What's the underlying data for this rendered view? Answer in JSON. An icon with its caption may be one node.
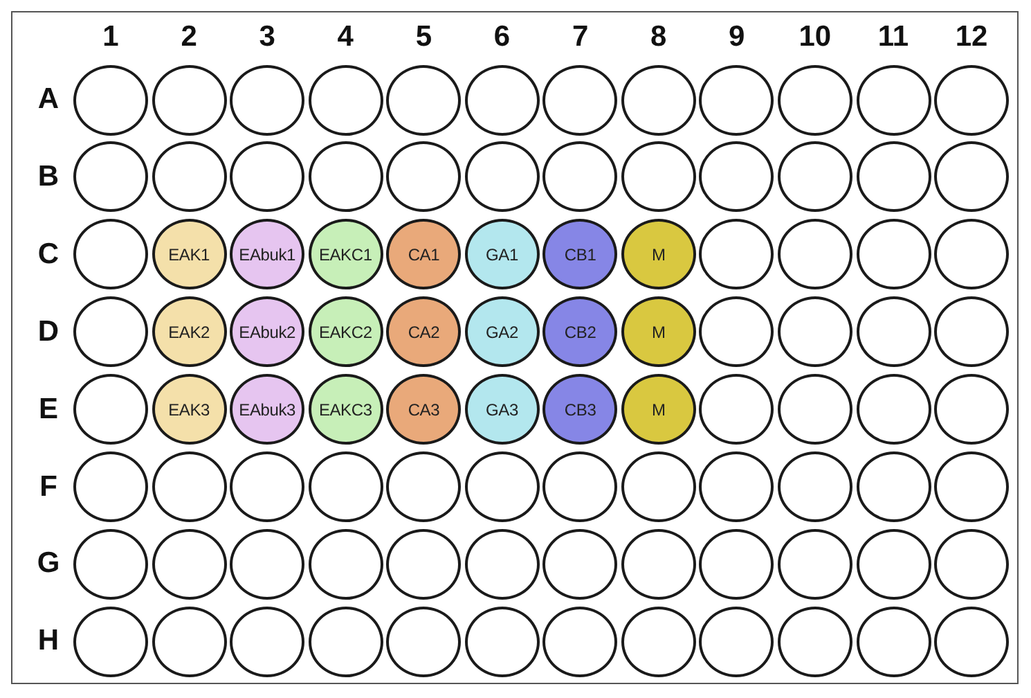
{
  "diagram": {
    "nodes": [
      {
        "text": [],
        "shape": "circle"
      },
      {
        "text": [],
        "shape": "circle"
      },
      {
        "text": [],
        "shape": "circle"
      },
      {
        "text": [],
        "shape": "circle"
      },
      {
        "text": [],
        "shape": "circle"
      },
      {
        "text": [],
        "shape": "circle"
      },
      {
        "text": [],
        "shape": "circle"
      },
      {
        "text": [],
        "shape": "circle"
      },
      {
        "text": [],
        "shape": "circle"
      },
      {
        "text": [],
        "shape": "circle"
      },
      {
        "text": [],
        "shape": "circle"
      },
      {
        "text": [],
        "shape": "circle"
      },
      {
        "text": [],
        "shape": "circle"
      },
      {
        "text": [],
        "shape": "circle"
      },
      {
        "text": [],
        "shape": "circle"
      },
      {
        "text": [],
        "shape": "circle"
      },
      {
        "text": [],
        "shape": "circle"
      },
      {
        "text": [],
        "shape": "circle"
      },
      {
        "text": [],
        "shape": "circle"
      },
      {
        "text": [],
        "shape": "circle"
      },
      {
        "text": [],
        "shape": "circle"
      },
      {
        "text": [],
        "shape": "circle"
      },
      {
        "text": [],
        "shape": "circle"
      },
      {
        "text": [],
        "shape": "circle"
      },
      {
        "text": [],
        "shape": "circle"
      },
      {
        "text": [
          "EAK1"
        ]
      },
      {
        "text": [
          "EAbuk1"
        ]
      },
      {
        "text": [
          "EAKC1"
        ]
      },
      {
        "text": [
          "CA1"
        ]
      },
      {
        "text": [
          "GA1"
        ]
      },
      {
        "text": [
          "CB1"
        ]
      },
      {
        "text": [
          "M"
        ]
      },
      {
        "text": [],
        "shape": "circle"
      },
      {
        "text": [],
        "shape": "circle"
      },
      {
        "text": [],
        "shape": "circle"
      },
      {
        "text": [],
        "shape": "circle"
      },
      {
        "text": [],
        "shape": "circle"
      },
      {
        "text": [
          "EAK2"
        ]
      },
      {
        "text": [
          "EAbuk2"
        ]
      },
      {
        "text": [
          "EAKC2"
        ]
      },
      {
        "text": [
          "CA2"
        ]
      },
      {
        "text": [
          "GA2"
        ]
      },
      {
        "text": [
          "CB2"
        ]
      },
      {
        "text": [
          "M"
        ]
      },
      {
        "text": [],
        "shape": "circle"
      },
      {
        "text": [],
        "shape": "circle"
      },
      {
        "text": [],
        "shape": "circle"
      },
      {
        "text": [],
        "shape": "circle"
      },
      {
        "text": [],
        "shape": "circle"
      },
      {
        "text": [
          "EAK3"
        ]
      },
      {
        "text": [
          "EAbuk3"
        ]
      },
      {
        "text": [
          "EAKC3"
        ]
      },
      {
        "text": [
          "CA3"
        ]
      },
      {
        "text": [
          "GA3"
        ]
      },
      {
        "text": [
          "CB3"
        ]
      },
      {
        "text": [
          "M"
        ]
      },
      {
        "text": [],
        "shape": "circle"
      },
      {
        "text": [],
        "shape": "circle"
      },
      {
        "text": [],
        "shape": "circle"
      },
      {
        "text": [],
        "shape": "circle"
      },
      {
        "text": [],
        "shape": "circle"
      },
      {
        "text": [],
        "shape": "circle"
      },
      {
        "text": [],
        "shape": "circle"
      },
      {
        "text": [],
        "shape": "circle"
      },
      {
        "text": [],
        "shape": "circle"
      },
      {
        "text": [],
        "shape": "circle"
      },
      {
        "text": [],
        "shape": "circle"
      },
      {
        "text": [],
        "shape": "circle"
      },
      {
        "text": [],
        "shape": "circle"
      },
      {
        "text": [],
        "shape": "circle"
      },
      {
        "text": [],
        "shape": "circle"
      },
      {
        "text": [],
        "shape": "circle"
      },
      {
        "text": [],
        "shape": "circle"
      },
      {
        "text": [],
        "shape": "circle"
      },
      {
        "text": [],
        "shape": "circle"
      },
      {
        "text": [],
        "shape": "circle"
      },
      {
        "text": [],
        "shape": "circle"
      },
      {
        "text": [],
        "shape": "circle"
      },
      {
        "text": [],
        "shape": "circle"
      },
      {
        "text": [],
        "shape": "circle"
      },
      {
        "text": [],
        "shape": "circle"
      },
      {
        "text": [],
        "shape": "circle"
      },
      {
        "text": [],
        "shape": "circle"
      },
      {
        "text": [],
        "shape": "circle"
      },
      {
        "text": [],
        "shape": "circle"
      },
      {
        "text": [],
        "shape": "circle"
      },
      {
        "text": [],
        "shape": "circle"
      },
      {
        "text": [],
        "shape": "circle"
      },
      {
        "text": [],
        "shape": "circle"
      },
      {
        "text": [],
        "shape": "circle"
      },
      {
        "text": [],
        "shape": "circle"
      },
      {
        "text": [],
        "shape": "circle"
      },
      {
        "text": [],
        "shape": "circle"
      },
      {
        "text": [],
        "shape": "circle"
      },
      {
        "text": [],
        "shape": "circle"
      },
      {
        "text": [],
        "shape": "circle"
      }
    ],
    "labels": [
      "1",
      "2",
      "3",
      "4",
      "5",
      "6",
      "7",
      "8",
      "9",
      "10",
      "11",
      "12",
      "A",
      "B",
      "C",
      "D",
      "E",
      "F",
      "G",
      "H"
    ]
  }
}
